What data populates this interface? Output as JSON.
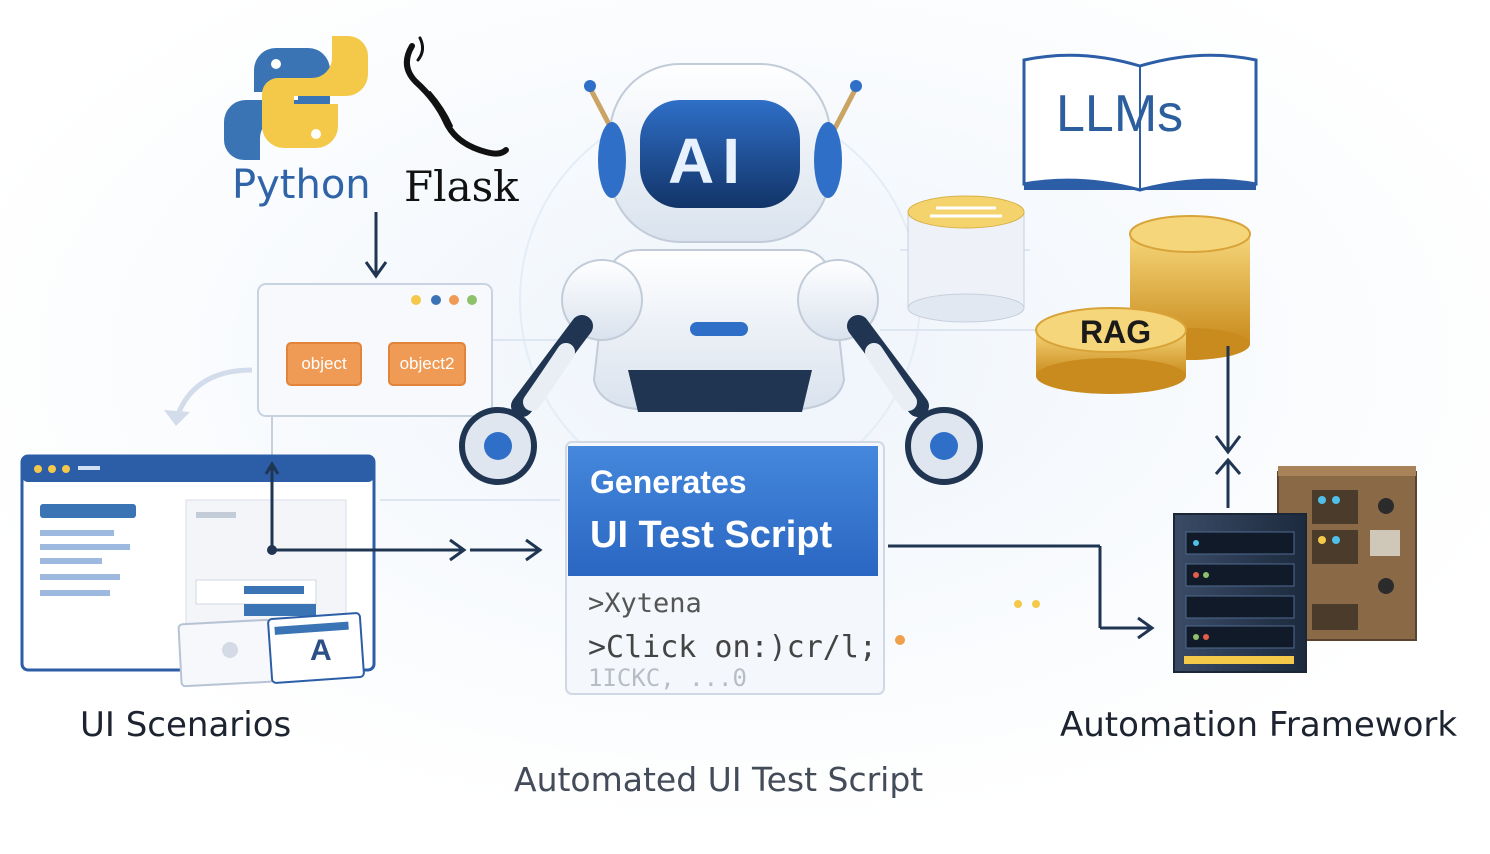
{
  "labels": {
    "python": "Python",
    "flask": "Flask",
    "ui_scenarios": "UI Scenarios",
    "automation_framework": "Automation Framework",
    "footer_caption": "Automated UI Test Script",
    "llms": "LLMs",
    "rag": "RAG",
    "ai": "AI"
  },
  "object_panel": {
    "buttons": [
      "object",
      "object2"
    ]
  },
  "script_card": {
    "title_line1": "Generates",
    "title_line2": "UI Test Script",
    "code_lines": [
      ">Xytena",
      ">Click on:)cr/l;",
      "1ICKC, ...0"
    ]
  },
  "ui_scenarios_window": {
    "card_letter": "A"
  },
  "icons": [
    "python-logo-icon",
    "flask-logo-icon",
    "robot-icon",
    "book-icon",
    "database-icon",
    "coin-stack-icon",
    "server-rack-icon",
    "browser-window-icon"
  ],
  "colors": {
    "accent_blue": "#2f6fc7",
    "dark_navy": "#1f3552",
    "orange": "#ef9a55",
    "gold": "#e6b43a"
  }
}
